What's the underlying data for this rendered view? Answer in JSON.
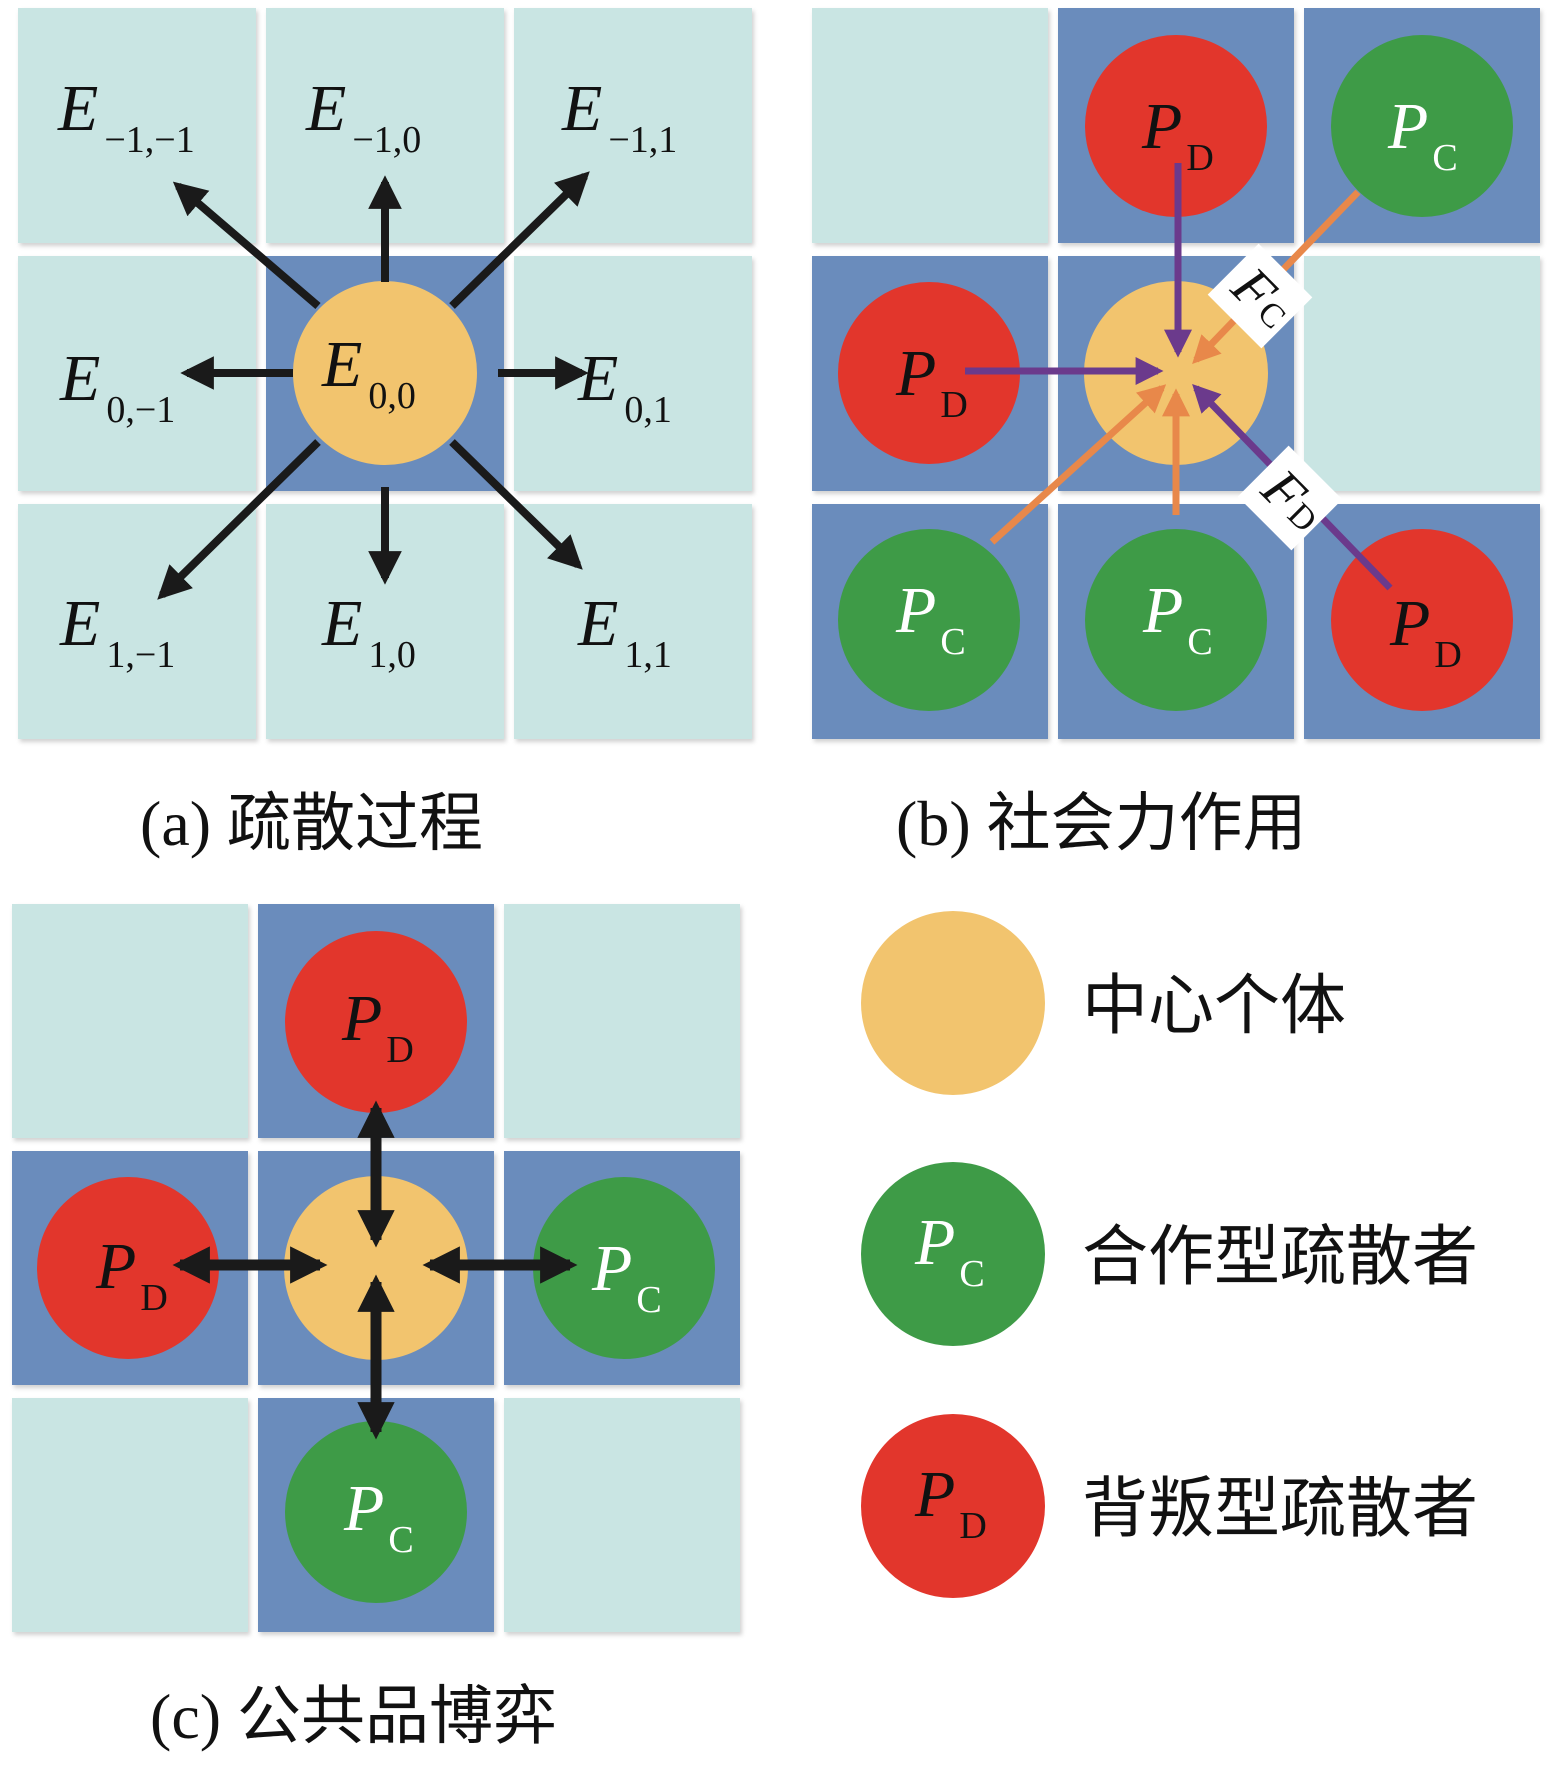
{
  "colors": {
    "light_cell": "#c9e5e3",
    "blue_cell": "#6b8cbc",
    "center": "#f2c46e",
    "cooperator": "#3e9b47",
    "defector": "#e2362c",
    "purple_force": "#6b3a8c",
    "orange_force": "#e8884a",
    "arrow": "#1a1a1a",
    "text": "#111111"
  },
  "panel_a": {
    "caption_prefix": "(a)",
    "caption_text": "疏散过程",
    "cells": [
      {
        "base": "E",
        "sub": "−1,−1"
      },
      {
        "base": "E",
        "sub": "−1,0"
      },
      {
        "base": "E",
        "sub": "−1,1"
      },
      {
        "base": "E",
        "sub": "0,−1"
      },
      {
        "base": "E",
        "sub": "0,0"
      },
      {
        "base": "E",
        "sub": "0,1"
      },
      {
        "base": "E",
        "sub": "1,−1"
      },
      {
        "base": "E",
        "sub": "1,0"
      },
      {
        "base": "E",
        "sub": "1,1"
      }
    ]
  },
  "panel_b": {
    "caption_prefix": "(b)",
    "caption_text": "社会力作用",
    "force_c": {
      "base": "F",
      "sub": "C"
    },
    "force_d": {
      "base": "F",
      "sub": "D"
    },
    "agents": [
      {
        "base": "P",
        "sub": "D",
        "type": "defector"
      },
      {
        "base": "P",
        "sub": "C",
        "type": "cooperator"
      },
      {
        "base": "P",
        "sub": "D",
        "type": "defector"
      },
      {
        "base": "P",
        "sub": "C",
        "type": "cooperator"
      },
      {
        "base": "P",
        "sub": "C",
        "type": "cooperator"
      },
      {
        "base": "P",
        "sub": "D",
        "type": "defector"
      }
    ]
  },
  "panel_c": {
    "caption_prefix": "(c)",
    "caption_text": "公共品博弈",
    "agents": [
      {
        "base": "P",
        "sub": "D",
        "type": "defector"
      },
      {
        "base": "P",
        "sub": "D",
        "type": "defector"
      },
      {
        "base": "P",
        "sub": "C",
        "type": "cooperator"
      },
      {
        "base": "P",
        "sub": "C",
        "type": "cooperator"
      }
    ]
  },
  "legend": {
    "items": [
      {
        "label": "中心个体",
        "base": "",
        "sub": "",
        "type": "center"
      },
      {
        "label": "合作型疏散者",
        "base": "P",
        "sub": "C",
        "type": "cooperator"
      },
      {
        "label": "背叛型疏散者",
        "base": "P",
        "sub": "D",
        "type": "defector"
      }
    ]
  }
}
